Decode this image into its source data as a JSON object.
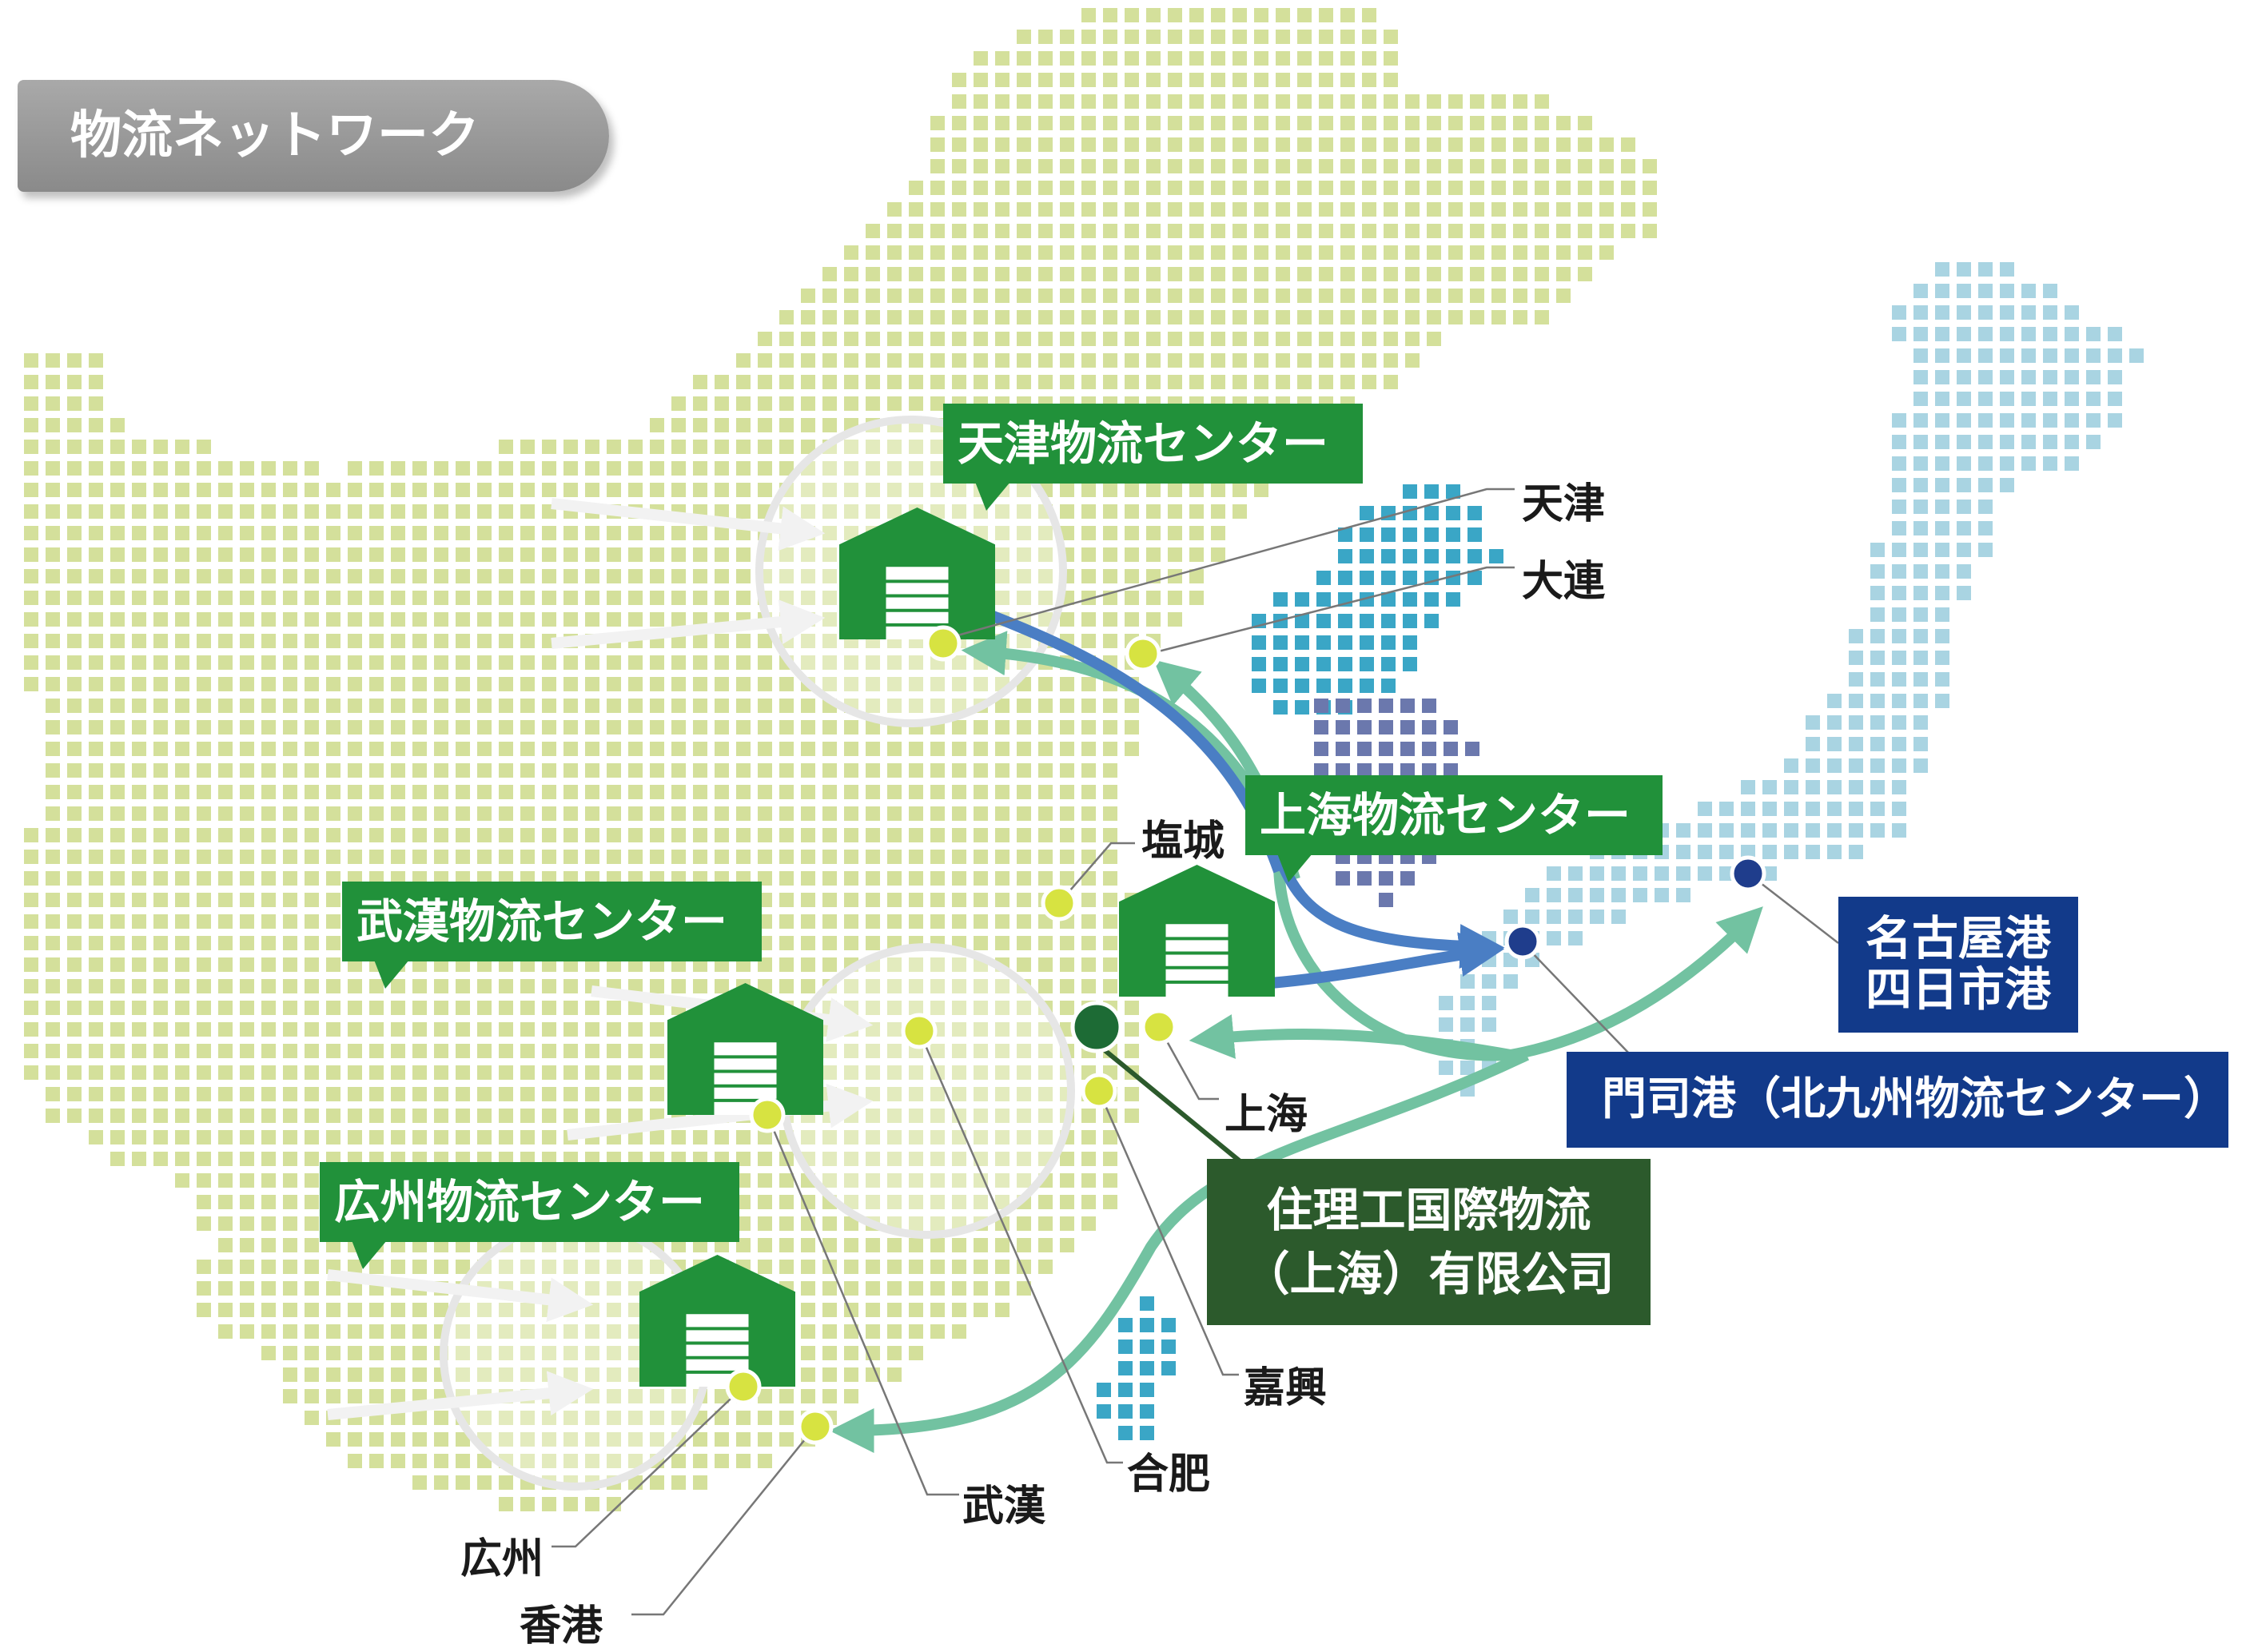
{
  "title": "物流ネットワーク",
  "centers": {
    "tianjin": "天津物流センター",
    "wuhan": "武漢物流センター",
    "guangzhou": "広州物流センター",
    "shanghai": "上海物流センター"
  },
  "ports": {
    "nagoya_line1": "名古屋港",
    "nagoya_line2": "四日市港",
    "moji": "門司港（北九州物流センター）"
  },
  "company": {
    "line1": "住理工国際物流",
    "line2": "（上海）有限公司"
  },
  "cities": {
    "tianjin": "天津",
    "dalian": "大連",
    "yancheng": "塩城",
    "shanghai": "上海",
    "jiaxing": "嘉興",
    "hefei": "合肥",
    "wuhan": "武漢",
    "guangzhou": "広州",
    "hongkong": "香港"
  },
  "colors": {
    "china_dots": "#d4e09b",
    "japan_dots": "#a9d4e2",
    "korea_dots": "#3aa6c6",
    "korea_south_dots": "#6b78ad",
    "taiwan_dots": "#3aa6c6",
    "center_green": "#21913a",
    "company_green": "#2c5a2c",
    "port_navy": "#123a8a",
    "route_teal": "#72c2a1",
    "route_blue": "#4a7ec4",
    "city_marker": "#d7e341",
    "port_marker": "#1f3d8c",
    "company_marker": "#1d6b35"
  },
  "icons": [
    "warehouse-icon",
    "city-marker-icon",
    "port-marker-icon",
    "route-arrow-icon"
  ]
}
